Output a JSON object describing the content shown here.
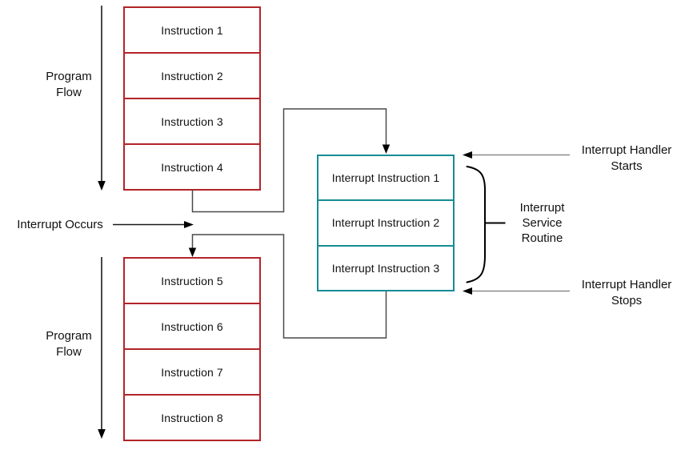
{
  "colors": {
    "instruction_box_border": "#B22429",
    "isr_box_border": "#178C95",
    "connector_line": "#4A4A4A",
    "annotation_line": "#8A8A8A",
    "arrowhead": "#000000",
    "text": "#111111"
  },
  "program_flow_top": {
    "items": [
      "Instruction 1",
      "Instruction 2",
      "Instruction 3",
      "Instruction 4"
    ]
  },
  "program_flow_bottom": {
    "items": [
      "Instruction 5",
      "Instruction 6",
      "Instruction 7",
      "Instruction 8"
    ]
  },
  "isr": {
    "items": [
      "Interrupt Instruction 1",
      "Interrupt Instruction 2",
      "Interrupt Instruction 3"
    ]
  },
  "annotations": {
    "program_flow_top_label": [
      "Program",
      "Flow"
    ],
    "program_flow_bottom_label": [
      "Program",
      "Flow"
    ],
    "interrupt_occurs": "Interrupt Occurs",
    "isr_label": [
      "Interrupt",
      "Service",
      "Routine"
    ],
    "handler_starts": [
      "Interrupt Handler",
      "Starts"
    ],
    "handler_stops": [
      "Interrupt Handler",
      "Stops"
    ]
  }
}
